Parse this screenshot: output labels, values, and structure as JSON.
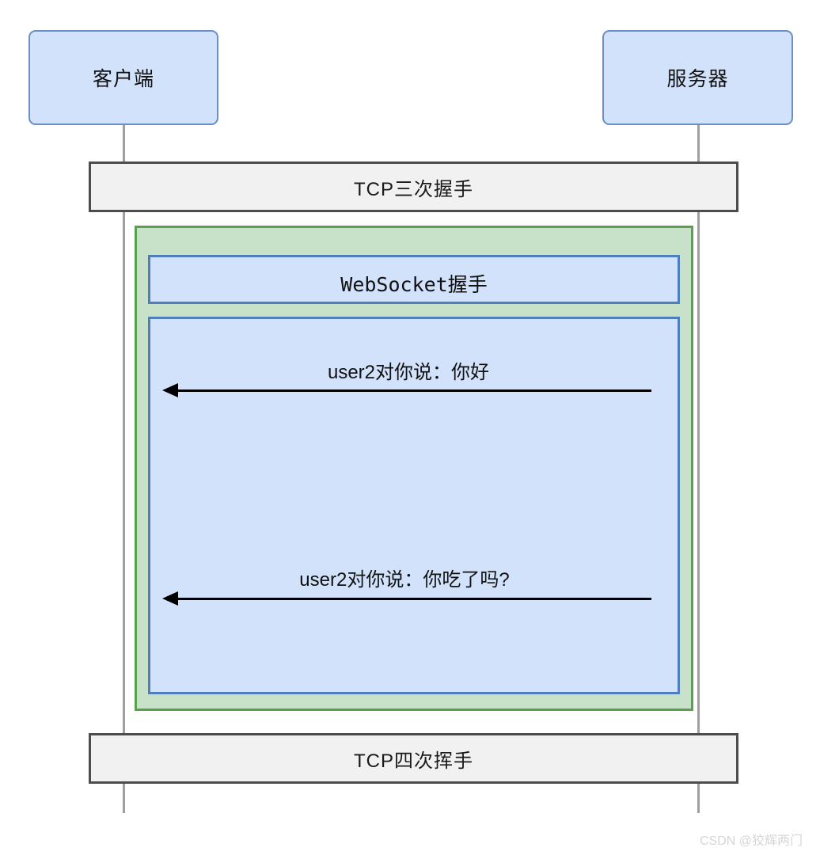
{
  "diagram": {
    "type": "sequence-diagram",
    "participants": [
      {
        "id": "client",
        "label": "客户端"
      },
      {
        "id": "server",
        "label": "服务器"
      }
    ],
    "phases": [
      {
        "id": "tcp-open",
        "label": "TCP三次握手"
      },
      {
        "id": "tcp-close",
        "label": "TCP四次挥手"
      }
    ],
    "fragment": {
      "id": "websocket-session",
      "blocks": [
        {
          "id": "ws-handshake",
          "label": "WebSocket握手"
        },
        {
          "id": "ws-messages",
          "label": ""
        }
      ]
    },
    "messages": [
      {
        "id": "msg-1",
        "label": "user2对你说：你好",
        "from": "server",
        "to": "client",
        "direction": "right-to-left"
      },
      {
        "id": "msg-2",
        "label": "user2对你说：你吃了吗?",
        "from": "server",
        "to": "client",
        "direction": "right-to-left"
      }
    ]
  },
  "colors": {
    "actor_fill": "#d2e2fb",
    "actor_border": "#6b8fc4",
    "phase_fill": "#f1f1f1",
    "phase_border": "#4d4d4d",
    "fragment_fill": "#c7e2c8",
    "fragment_border": "#5aa04f",
    "block_fill": "#d2e2fb",
    "block_border": "#4e7ebc",
    "lifeline": "#9b9fa3",
    "arrow": "#000000"
  },
  "watermark": {
    "text": "CSDN @狡辉两门"
  }
}
